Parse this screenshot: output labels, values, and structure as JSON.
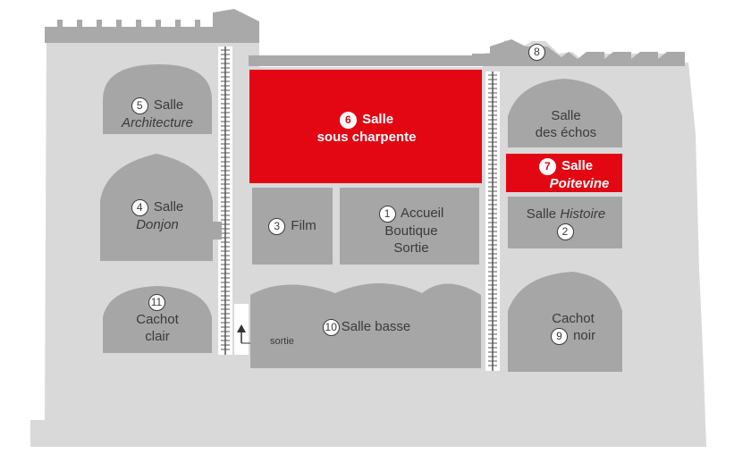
{
  "colors": {
    "wall": "#d9d9d9",
    "room": "#a6a6a6",
    "highlight": "#e30613",
    "text": "#3a3a3a"
  },
  "rooms": {
    "r5": {
      "num": "5",
      "line1": "Salle",
      "line2": "Architecture"
    },
    "r4": {
      "num": "4",
      "line1": "Salle",
      "line2": "Donjon"
    },
    "r11": {
      "num": "11",
      "line1": "Cachot",
      "line2": "clair"
    },
    "r6": {
      "num": "6",
      "line1": "Salle",
      "line2": "sous charpente"
    },
    "r3": {
      "num": "3",
      "line1": "Film"
    },
    "r1": {
      "num": "1",
      "line1": "Accueil",
      "line2": "Boutique",
      "line3": "Sortie"
    },
    "r10": {
      "num": "10",
      "line1": "Salle basse"
    },
    "r8": {
      "num": "8"
    },
    "r_echos": {
      "line1": "Salle",
      "line2": "des échos"
    },
    "r7": {
      "num": "7",
      "line1": "Salle",
      "line2": "Poitevine"
    },
    "r2": {
      "num": "2",
      "line1": "Salle",
      "line2": "Histoire"
    },
    "r9": {
      "num": "9",
      "line1": "Cachot",
      "line2": "noir"
    }
  },
  "exit_label": "sortie"
}
